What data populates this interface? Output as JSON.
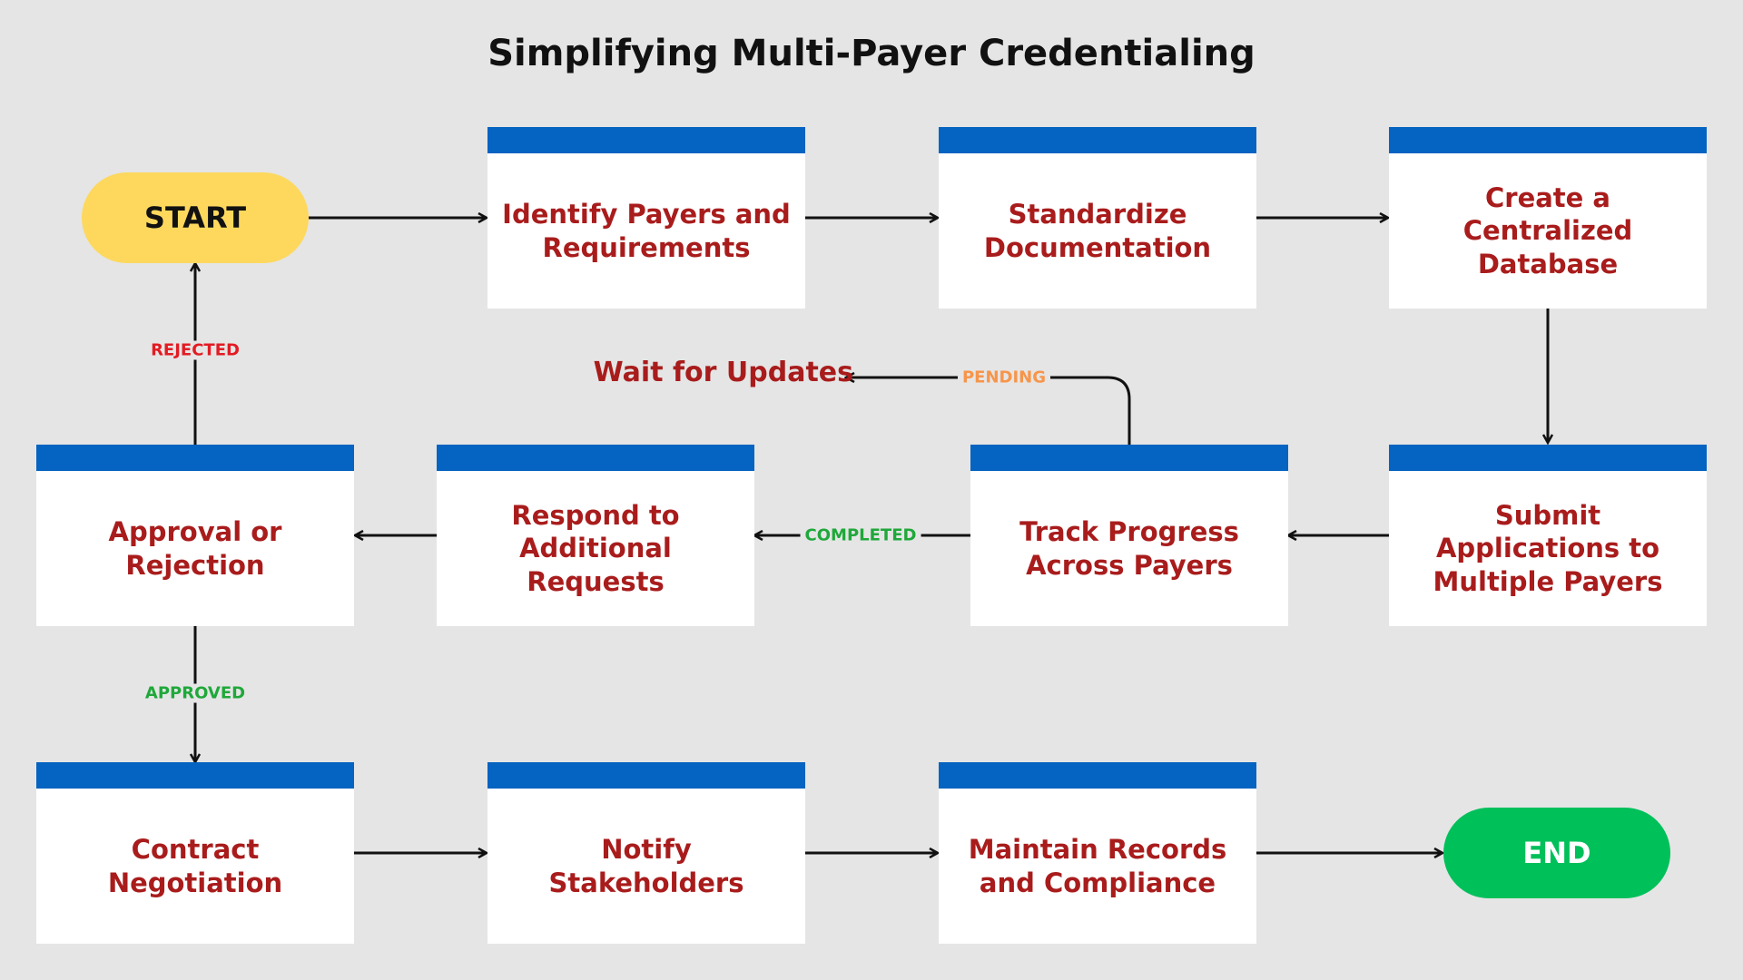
{
  "title": "Simplifying Multi-Payer Credentialing",
  "terminals": {
    "start": "START",
    "end": "END"
  },
  "steps": {
    "identify": "Identify Payers and Requirements",
    "standardize": "Standardize Documentation",
    "database": "Create a Centralized Database",
    "submit": "Submit Applications to Multiple Payers",
    "track": "Track Progress Across Payers",
    "respond": "Respond to Additional Requests",
    "approval": "Approval or Rejection",
    "contract": "Contract Negotiation",
    "notify": "Notify Stakeholders",
    "maintain": "Maintain Records and Compliance"
  },
  "wait_note": "Wait for Updates",
  "edge_labels": {
    "pending": "PENDING",
    "completed": "COMPLETED",
    "rejected": "REJECTED",
    "approved": "APPROVED"
  },
  "colors": {
    "background": "#e5e5e5",
    "card_header": "#0563c1",
    "step_text": "#a91c1c",
    "start_fill": "#fdd85d",
    "end_fill": "#00c05a",
    "pending": "#f7954a",
    "completed": "#1fa83a",
    "rejected": "#e31b23",
    "approved": "#1fa83a"
  }
}
